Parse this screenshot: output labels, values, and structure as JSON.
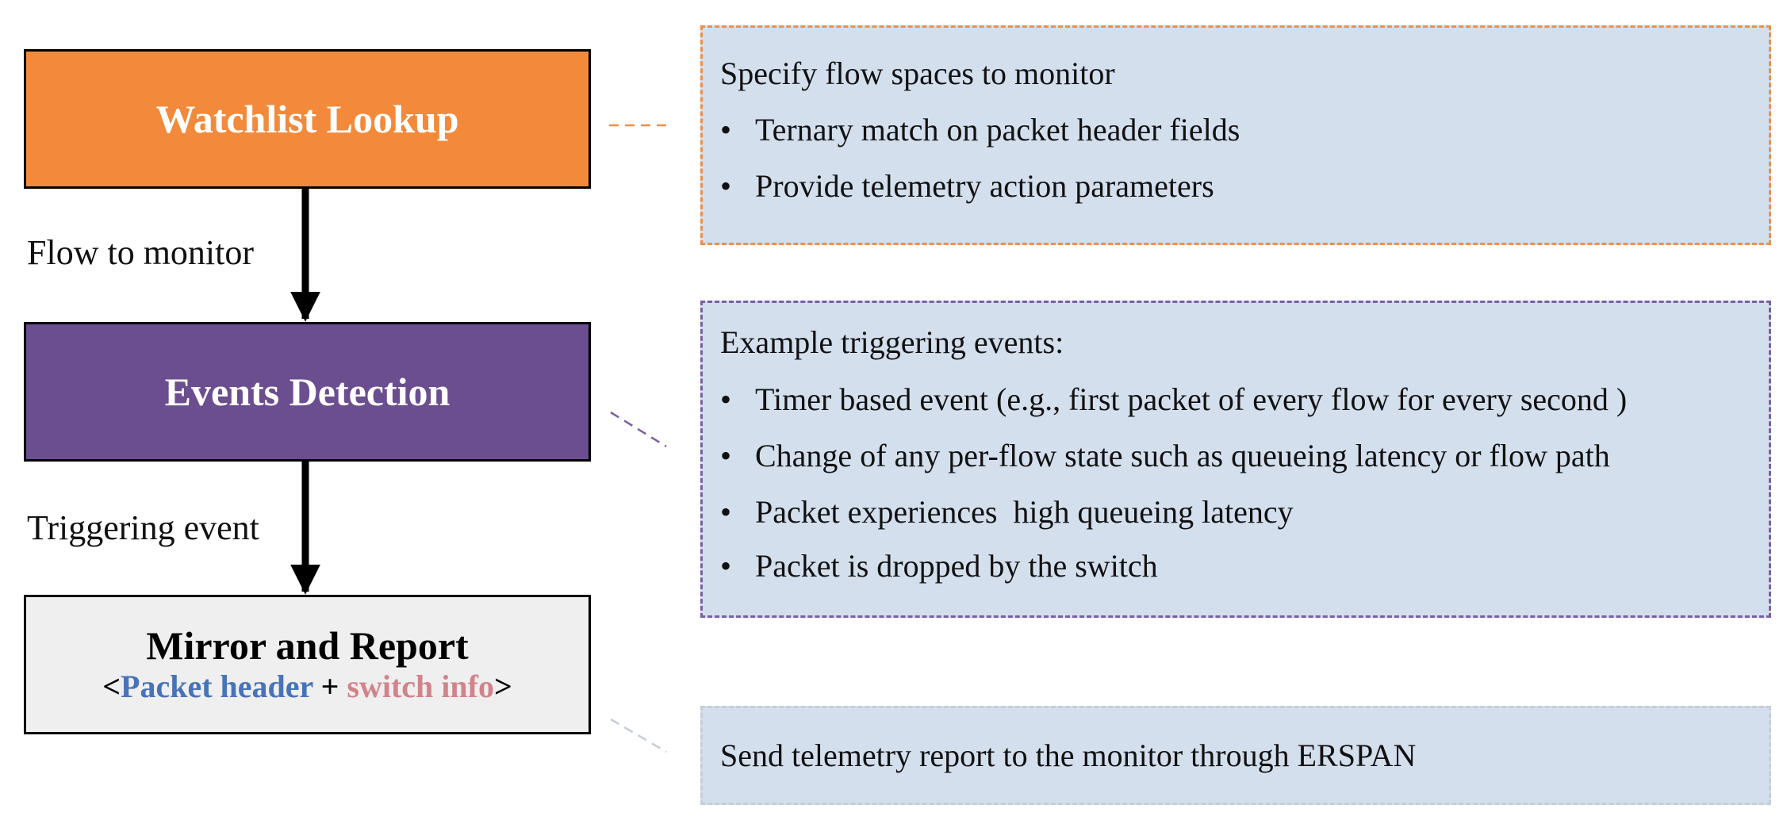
{
  "pipeline": {
    "stages": [
      {
        "title": "Watchlist Lookup",
        "color": "#f38a3b"
      },
      {
        "title": "Events Detection",
        "color": "#6b4e8f"
      },
      {
        "title": "Mirror and Report",
        "color": "#efefef",
        "subtitle": {
          "open": "<",
          "part1": "Packet header",
          "join": " + ",
          "part2": "switch info",
          "close": ">"
        }
      }
    ],
    "edges": [
      {
        "label": "Flow to monitor"
      },
      {
        "label": "Triggering event"
      }
    ]
  },
  "notes": [
    {
      "border_color": "#ef8f49",
      "heading": "Specify flow spaces to monitor",
      "bullets": [
        "Ternary match on packet header fields",
        "Provide telemetry action parameters"
      ]
    },
    {
      "border_color": "#7a5fa3",
      "heading": "Example triggering events:",
      "bullets": [
        "Timer based event (e.g., first packet of every flow for every second )",
        "Change of any per-flow state such as queueing latency or flow path",
        "Packet experiences  high queueing latency",
        "Packet is dropped by the switch"
      ]
    },
    {
      "border_color": "#c6cdd8",
      "text": "Send telemetry report to the monitor through ERSPAN"
    }
  ],
  "colors": {
    "note_fill": "#d4dfee",
    "header_blue": "#4873b7",
    "switch_pink": "#d1838a",
    "arrow": "#000000"
  }
}
